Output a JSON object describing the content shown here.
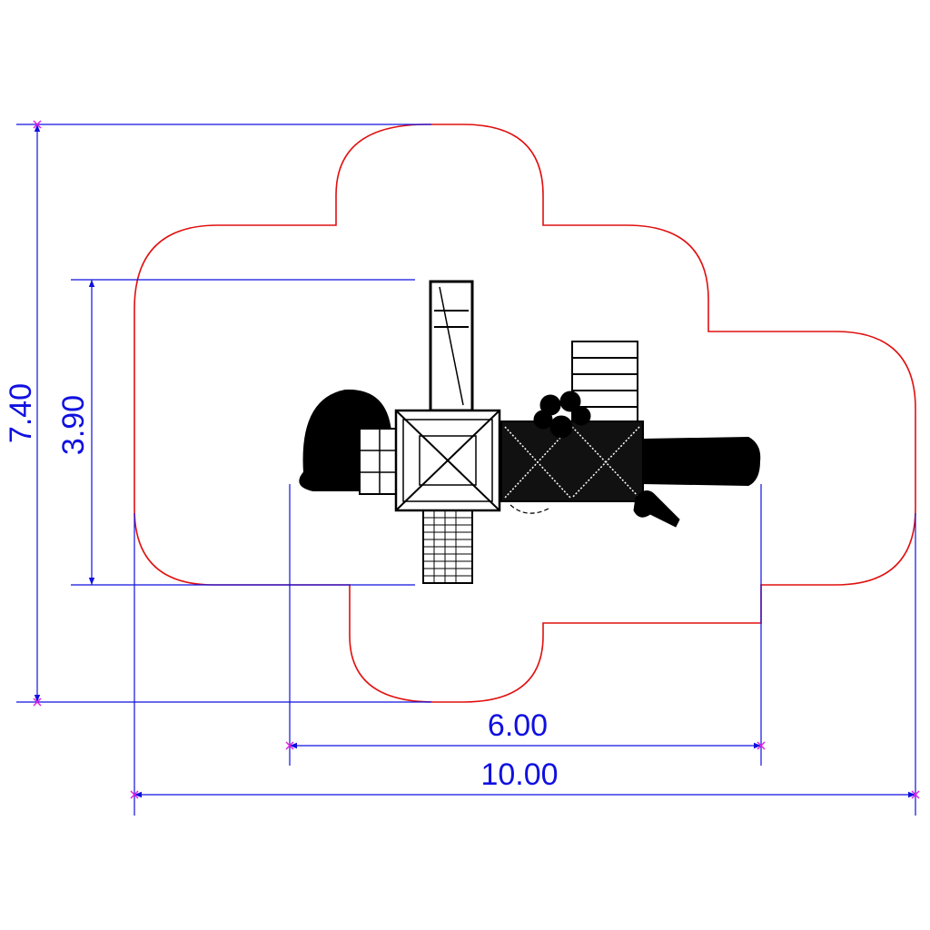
{
  "title": "Playground equipment plan view with safety zone",
  "dimensions": {
    "total_depth": "7.40",
    "equipment_depth": "3.90",
    "equipment_width": "6.00",
    "total_width": "10.00"
  },
  "colors": {
    "dimension": "#1010e0",
    "safety_zone": "#e01010",
    "marker": "#e020e0",
    "equipment": "#000000"
  }
}
